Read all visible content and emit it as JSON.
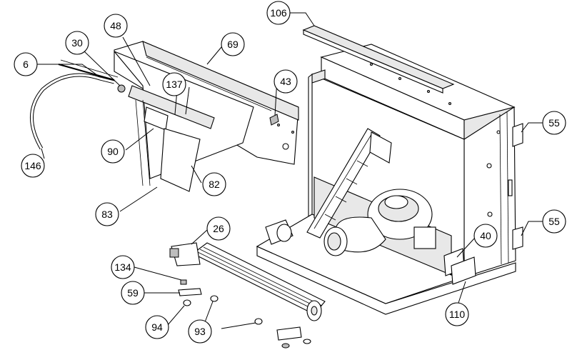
{
  "callouts": [
    {
      "key": "c106",
      "label": "106"
    },
    {
      "key": "c6",
      "label": "6"
    },
    {
      "key": "c30",
      "label": "30"
    },
    {
      "key": "c48",
      "label": "48"
    },
    {
      "key": "c69",
      "label": "69"
    },
    {
      "key": "c43",
      "label": "43"
    },
    {
      "key": "c137",
      "label": "137"
    },
    {
      "key": "c90",
      "label": "90"
    },
    {
      "key": "c146",
      "label": "146"
    },
    {
      "key": "c82",
      "label": "82"
    },
    {
      "key": "c83",
      "label": "83"
    },
    {
      "key": "c55a",
      "label": "55"
    },
    {
      "key": "c55b",
      "label": "55"
    },
    {
      "key": "c40",
      "label": "40"
    },
    {
      "key": "c26",
      "label": "26"
    },
    {
      "key": "c134",
      "label": "134"
    },
    {
      "key": "c59",
      "label": "59"
    },
    {
      "key": "c94",
      "label": "94"
    },
    {
      "key": "c93",
      "label": "93"
    },
    {
      "key": "c110",
      "label": "110"
    }
  ]
}
